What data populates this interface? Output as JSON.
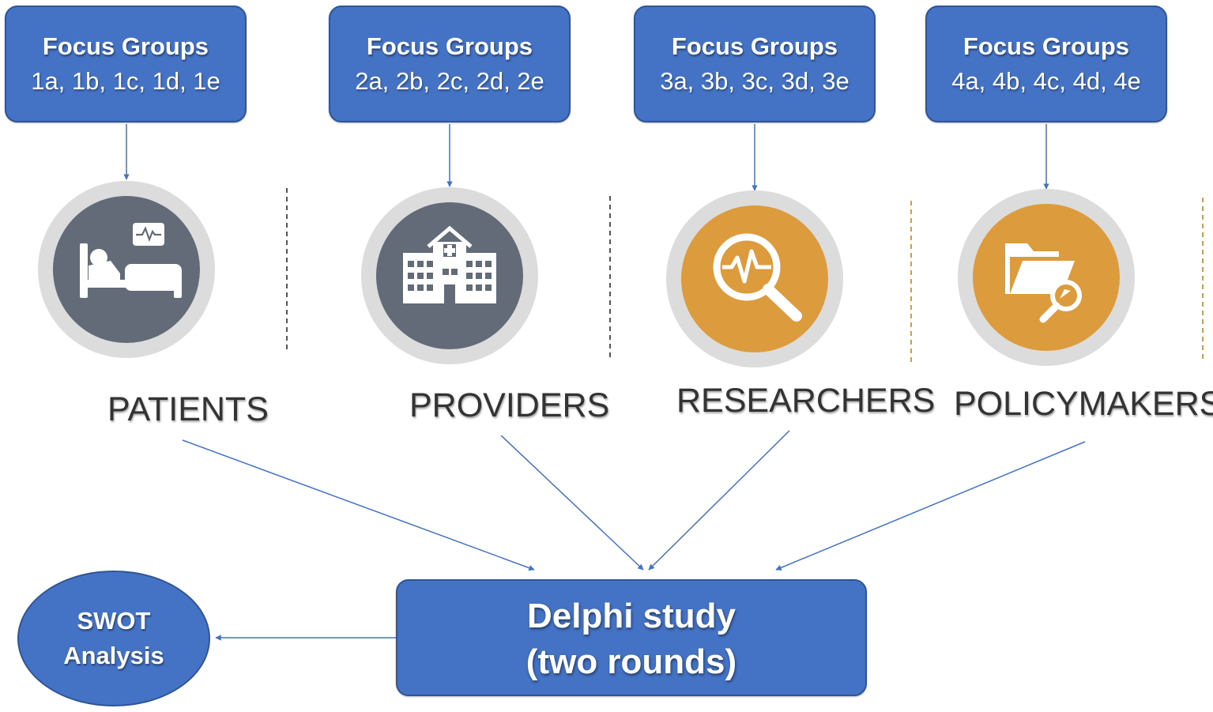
{
  "focus_groups": [
    {
      "title": "Focus Groups",
      "codes": "1a, 1b, 1c, 1d, 1e"
    },
    {
      "title": "Focus Groups",
      "codes": "2a, 2b, 2c, 2d, 2e"
    },
    {
      "title": "Focus Groups",
      "codes": "3a, 3b, 3c, 3d, 3e"
    },
    {
      "title": "Focus Groups",
      "codes": "4a, 4b, 4c, 4d, 4e"
    }
  ],
  "stakeholders": [
    {
      "label": "PATIENTS",
      "icon": "hospital-bed-icon",
      "color": "#636a78"
    },
    {
      "label": "PROVIDERS",
      "icon": "hospital-building-icon",
      "color": "#636a78"
    },
    {
      "label": "RESEARCHERS",
      "icon": "magnifier-pulse-icon",
      "color": "#dc9c3e"
    },
    {
      "label": "POLICYMAKERS",
      "icon": "folder-search-icon",
      "color": "#dc9c3e"
    }
  ],
  "delphi": {
    "line1": "Delphi study",
    "line2": "(two rounds)"
  },
  "swot": {
    "line1": "SWOT",
    "line2": "Analysis"
  },
  "colors": {
    "box": "#4472c4",
    "box_border": "#2f5597",
    "arrow": "#4472c4",
    "gray_icon": "#636a78",
    "orange_icon": "#dc9c3e",
    "ring": "#dcdcdc"
  }
}
